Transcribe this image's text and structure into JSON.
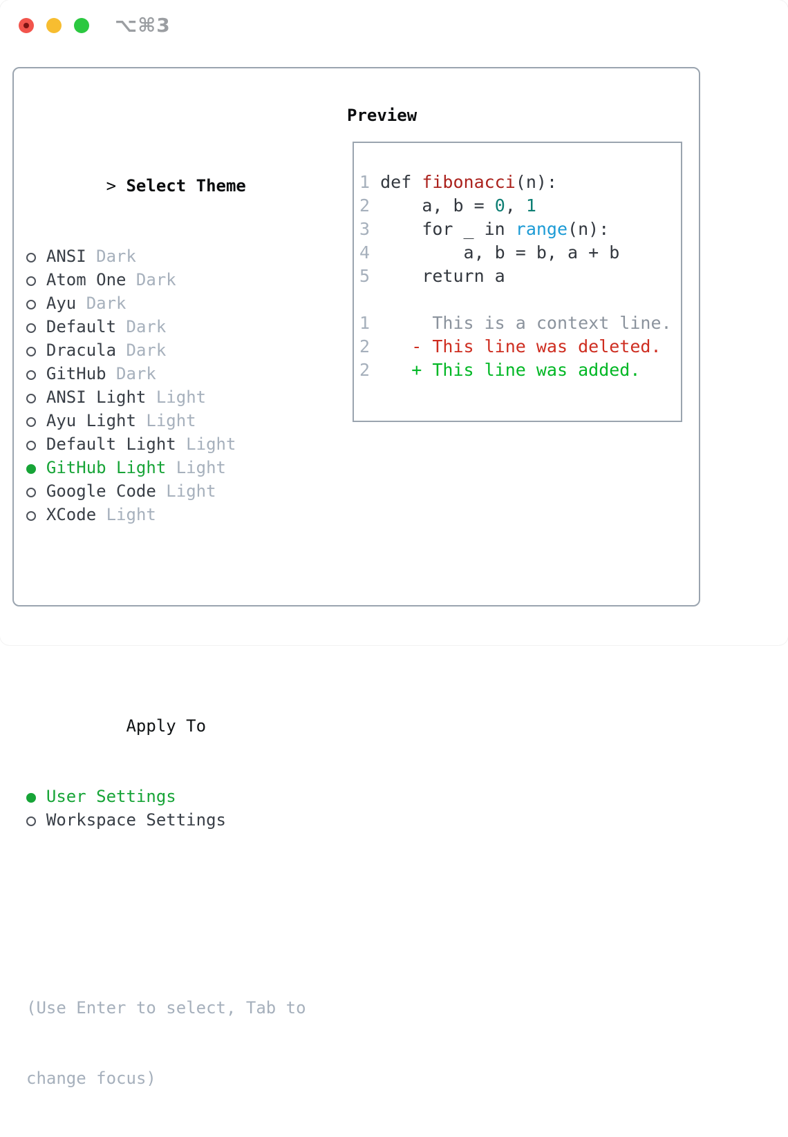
{
  "window": {
    "titlebar": {
      "title": "⌥⌘3",
      "buttons": [
        {
          "name": "close",
          "color": "#f2544c"
        },
        {
          "name": "minimize",
          "color": "#f7bd30"
        },
        {
          "name": "zoom",
          "color": "#2bc840"
        }
      ]
    }
  },
  "theme_picker": {
    "header_prefix": ">",
    "header_label": "Select Theme",
    "themes": [
      {
        "name": "ANSI",
        "variant": "Dark",
        "selected": false
      },
      {
        "name": "Atom One",
        "variant": "Dark",
        "selected": false
      },
      {
        "name": "Ayu",
        "variant": "Dark",
        "selected": false
      },
      {
        "name": "Default",
        "variant": "Dark",
        "selected": false
      },
      {
        "name": "Dracula",
        "variant": "Dark",
        "selected": false
      },
      {
        "name": "GitHub",
        "variant": "Dark",
        "selected": false
      },
      {
        "name": "ANSI Light",
        "variant": "Light",
        "selected": false
      },
      {
        "name": "Ayu Light",
        "variant": "Light",
        "selected": false
      },
      {
        "name": "Default Light",
        "variant": "Light",
        "selected": false
      },
      {
        "name": "GitHub Light",
        "variant": "Light",
        "selected": true
      },
      {
        "name": "Google Code",
        "variant": "Light",
        "selected": false
      },
      {
        "name": "XCode",
        "variant": "Light",
        "selected": false
      }
    ],
    "apply_to_label": "Apply To",
    "apply_to_options": [
      {
        "name": "User Settings",
        "selected": true
      },
      {
        "name": "Workspace Settings",
        "selected": false
      }
    ],
    "hint_lines": [
      "(Use Enter to select, Tab to",
      "change focus)"
    ]
  },
  "preview": {
    "label": "Preview",
    "lines": [
      [
        {
          "c": "num",
          "t": "1"
        },
        {
          "c": "plain",
          "t": " def "
        },
        {
          "c": "fn",
          "t": "fibonacci"
        },
        {
          "c": "plain",
          "t": "(n):"
        }
      ],
      [
        {
          "c": "num",
          "t": "2"
        },
        {
          "c": "plain",
          "t": "     a, b = "
        },
        {
          "c": "lit",
          "t": "0"
        },
        {
          "c": "plain",
          "t": ", "
        },
        {
          "c": "lit",
          "t": "1"
        }
      ],
      [
        {
          "c": "num",
          "t": "3"
        },
        {
          "c": "plain",
          "t": "     for _ in "
        },
        {
          "c": "call",
          "t": "range"
        },
        {
          "c": "plain",
          "t": "(n):"
        }
      ],
      [
        {
          "c": "num",
          "t": "4"
        },
        {
          "c": "plain",
          "t": "         a, b = b, a + b"
        }
      ],
      [
        {
          "c": "num",
          "t": "5"
        },
        {
          "c": "plain",
          "t": "     return a"
        }
      ],
      [],
      [
        {
          "c": "num",
          "t": "1"
        },
        {
          "c": "ctx",
          "t": "      This is a context line."
        }
      ],
      [
        {
          "c": "num",
          "t": "2"
        },
        {
          "c": "del",
          "t": "    - This line was deleted."
        }
      ],
      [
        {
          "c": "num",
          "t": "2"
        },
        {
          "c": "add",
          "t": "    + This line was added."
        }
      ]
    ]
  },
  "colors": {
    "accent_green": "#17a437",
    "muted": "#a6b0bc",
    "text_dark": "#383e46",
    "heading": "#0b0d0f",
    "border": "#9aa4af",
    "code_plain": "#32373e",
    "code_function": "#ab221d",
    "code_call": "#1d9bd5",
    "code_literal": "#0d7e73",
    "diff_context": "#8b939d",
    "diff_deleted": "#ce2d20",
    "diff_added": "#00b724",
    "titlebar_title": "#9b9ea2"
  }
}
